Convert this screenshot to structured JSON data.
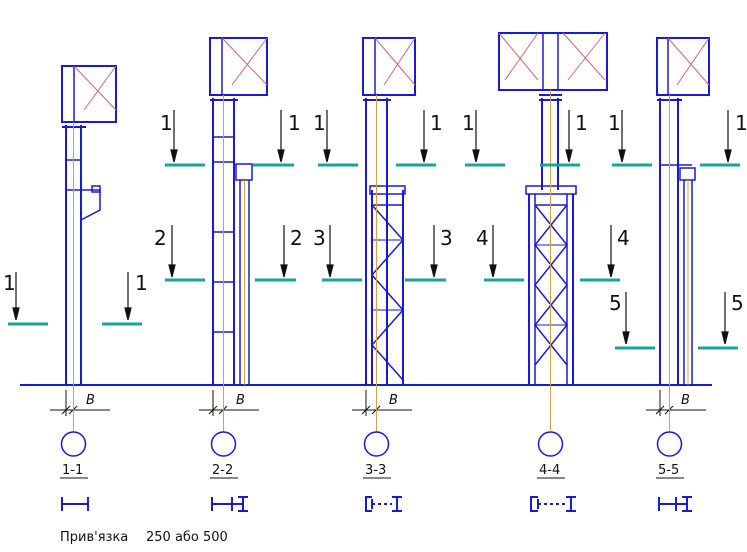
{
  "diagram": {
    "sections": [
      {
        "label": "1-1"
      },
      {
        "label": "2-2"
      },
      {
        "label": "3-3"
      },
      {
        "label": "4-4"
      },
      {
        "label": "5-5"
      }
    ],
    "b_label": "B",
    "cut_marks": {
      "col1": [
        "1",
        "1"
      ],
      "col2_top": [
        "1",
        "1"
      ],
      "col2_mid": [
        "2",
        "2"
      ],
      "col3_top": [
        "1",
        "1"
      ],
      "col3_mid": [
        "3",
        "3"
      ],
      "col4_top": [
        "1",
        "1"
      ],
      "col4_mid": [
        "4",
        "4"
      ],
      "col5_top": [
        "1",
        "1"
      ],
      "col5_mid": [
        "5",
        "5"
      ]
    },
    "footer": {
      "label": "Прив'язка",
      "value": "250 або 500"
    },
    "colors": {
      "structure": "#1a1ad6",
      "axis": "#d9a040",
      "cut_line": "#1aa39a",
      "hatch": "#d06a6a",
      "ink": "#111111"
    }
  }
}
